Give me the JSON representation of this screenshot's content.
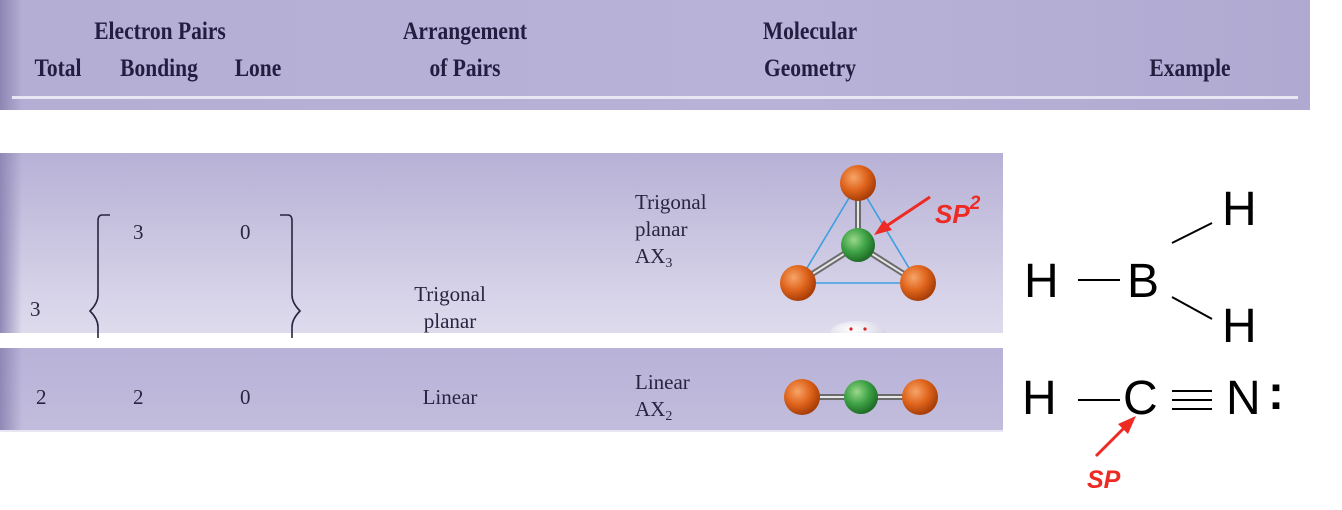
{
  "header": {
    "electron_pairs": "Electron Pairs",
    "total": "Total",
    "bonding": "Bonding",
    "lone": "Lone",
    "arrangement": "Arrangement",
    "of_pairs": "of Pairs",
    "molecular": "Molecular",
    "geometry": "Geometry",
    "example": "Example"
  },
  "rows": [
    {
      "total": "3",
      "bonding": "3",
      "lone": "0",
      "arrangement_line1": "Trigonal",
      "arrangement_line2": "planar",
      "geometry_line1": "Trigonal",
      "geometry_line2": "planar",
      "geometry_formula": "AX",
      "geometry_subscript": "3",
      "hybrid_label": "SP",
      "hybrid_superscript": "2"
    },
    {
      "total": "2",
      "bonding": "2",
      "lone": "0",
      "arrangement": "Linear",
      "geometry_line1": "Linear",
      "geometry_formula": "AX",
      "geometry_subscript": "2"
    }
  ],
  "examples": {
    "bh3": {
      "left_h": "H",
      "center": "B",
      "top_h": "H",
      "bottom_h": "H"
    },
    "hcn": {
      "left_h": "H",
      "center": "C",
      "right": "N",
      "lone_pair": ":",
      "hybrid_label": "SP"
    }
  },
  "colors": {
    "header_band": "#b8b2d8",
    "orange_atom": "#e0651c",
    "green_atom": "#3fa346",
    "annotation_red": "#ee2a24",
    "triangle_blue": "#3b9fe0"
  }
}
